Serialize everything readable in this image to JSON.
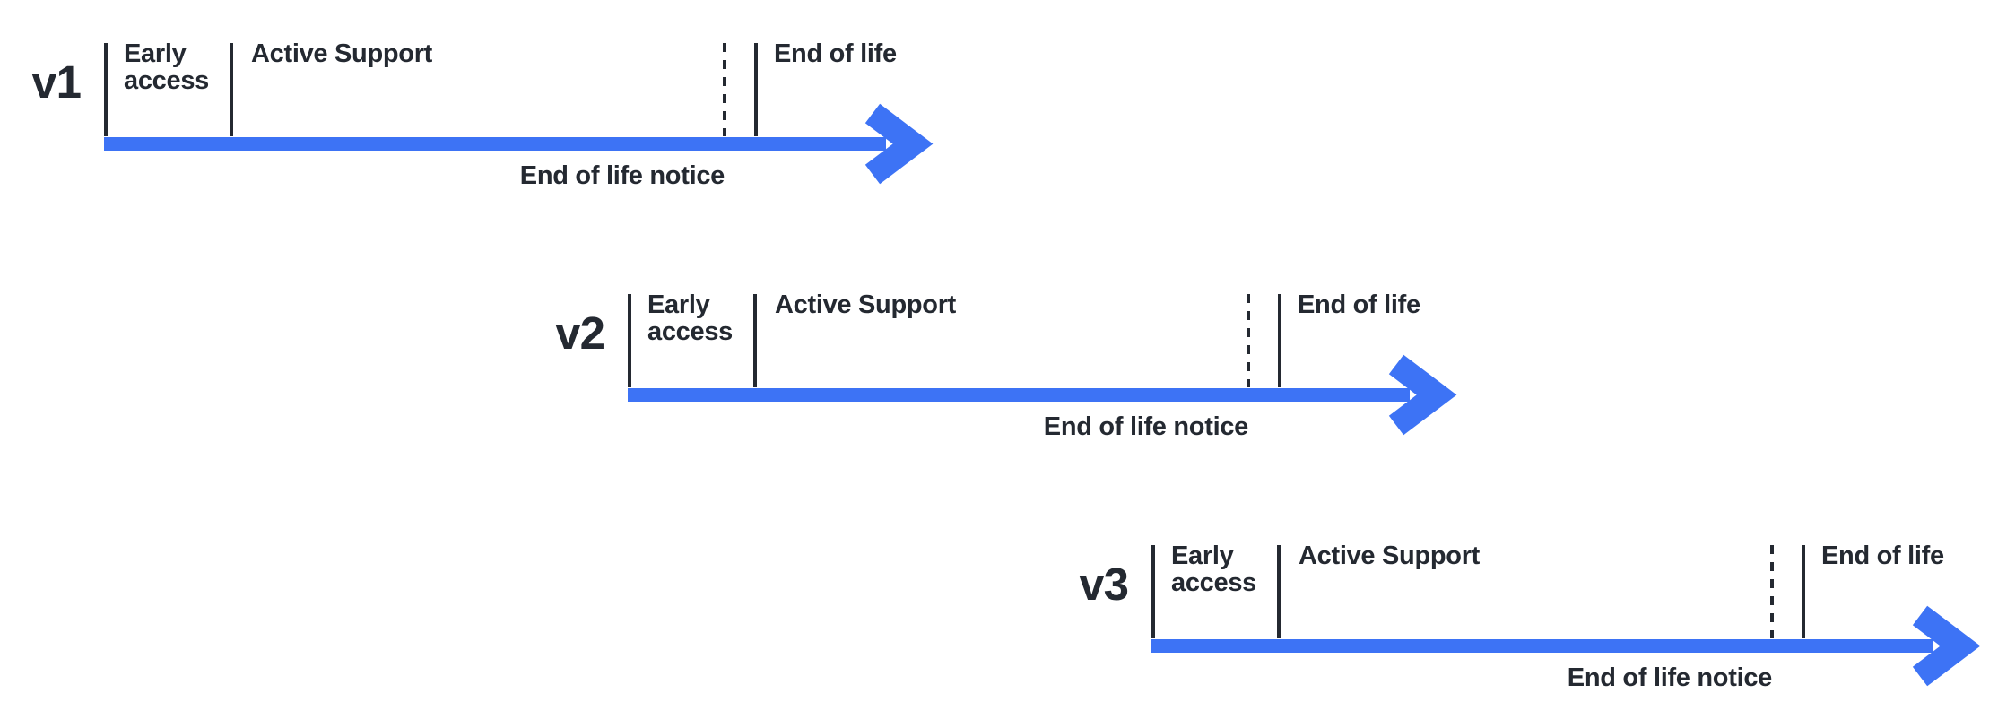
{
  "colors": {
    "accent_blue": "#3d73f5",
    "ink": "#242931"
  },
  "timelines": [
    {
      "version": "v1",
      "early_access_label": "Early access",
      "active_support_label": "Active Support",
      "end_of_life_label": "End of life",
      "end_of_life_notice_label": "End of life notice"
    },
    {
      "version": "v2",
      "early_access_label": "Early access",
      "active_support_label": "Active Support",
      "end_of_life_label": "End of life",
      "end_of_life_notice_label": "End of life notice"
    },
    {
      "version": "v3",
      "early_access_label": "Early access",
      "active_support_label": "Active Support",
      "end_of_life_label": "End of life",
      "end_of_life_notice_label": "End of life notice"
    }
  ]
}
